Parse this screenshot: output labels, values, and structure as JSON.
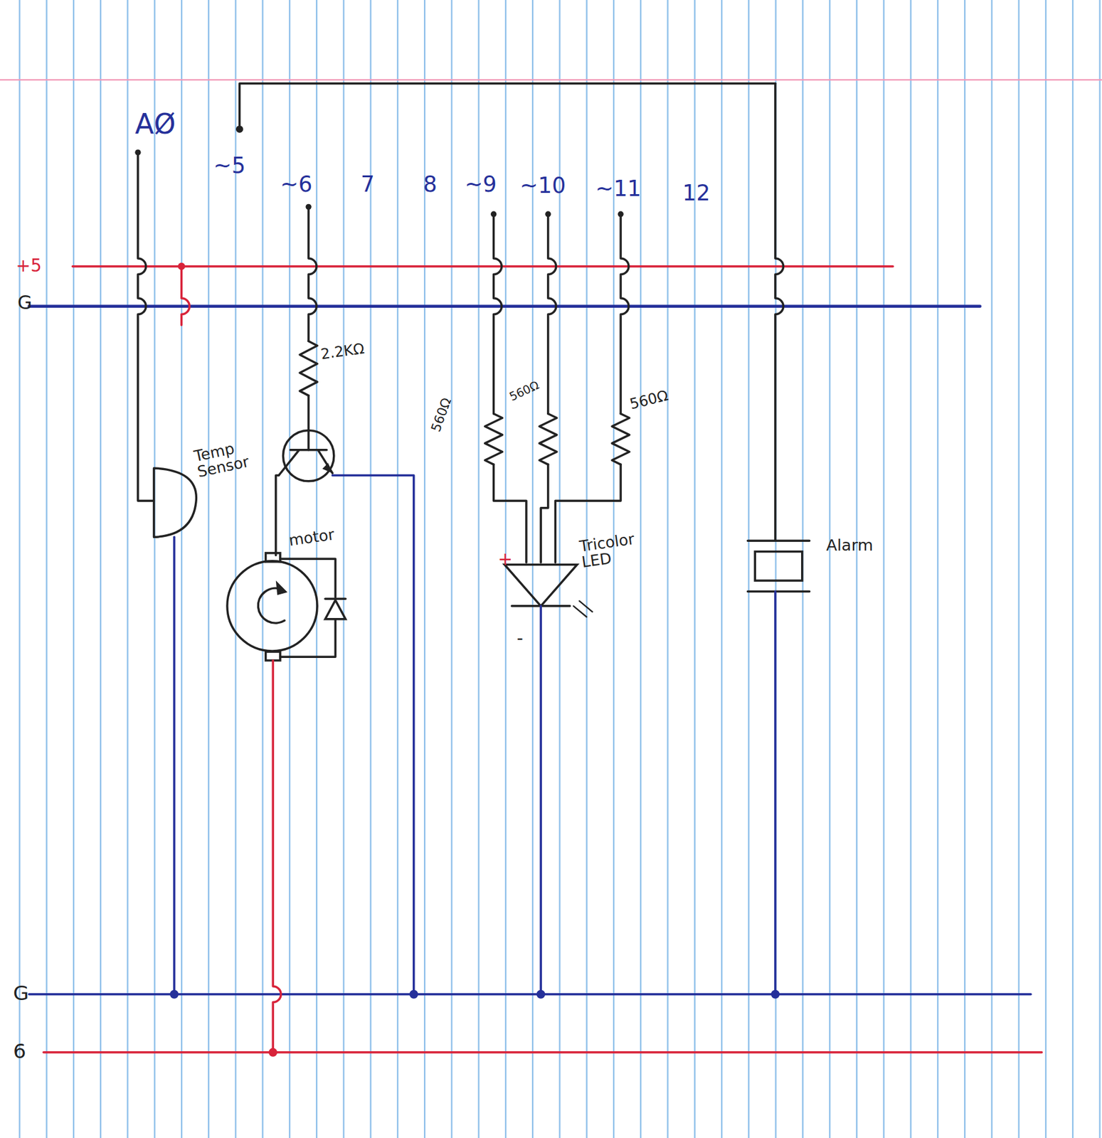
{
  "diagram": {
    "labels": [
      "AØ",
      "~5",
      "~6",
      "7",
      "8",
      "~9",
      "~10",
      "~11",
      "12",
      "+5",
      "G",
      "2.2KΩ",
      "Temp Sensor",
      "motor",
      "560Ω",
      "560Ω",
      "560Ω",
      "+",
      "Tricolor LED",
      "-",
      "Alarm",
      "G",
      "6"
    ]
  }
}
